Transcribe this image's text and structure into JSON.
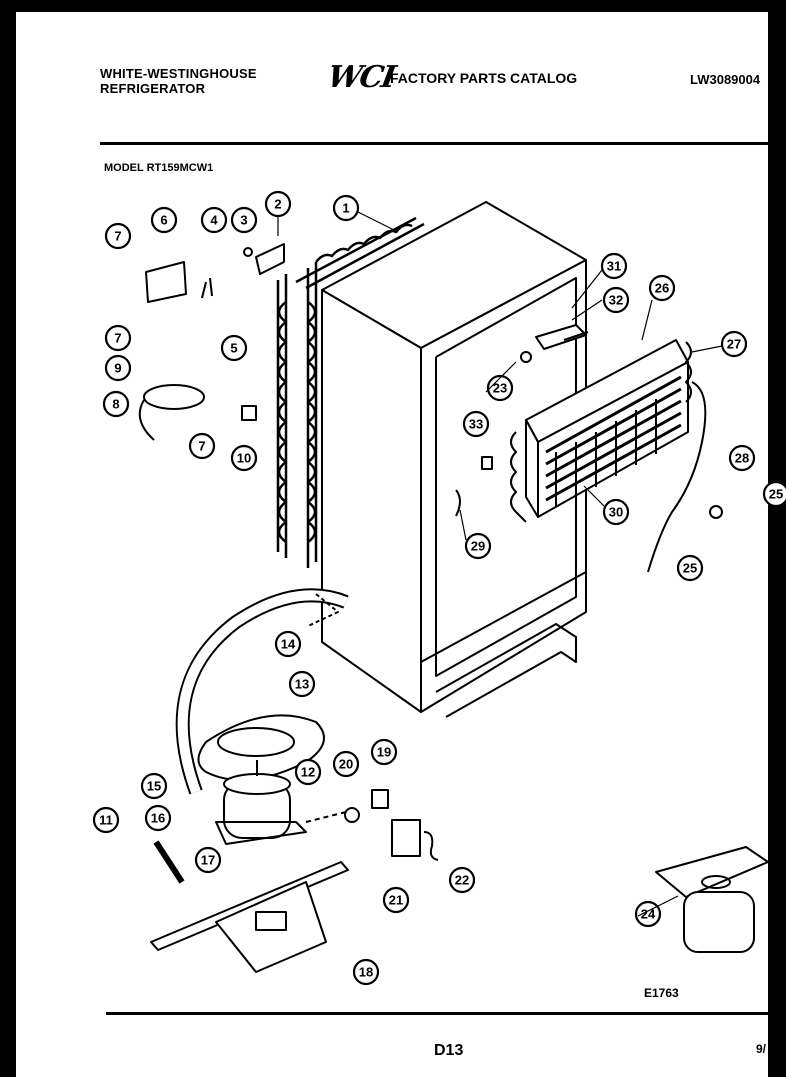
{
  "header": {
    "brand_line1": "WHITE-WESTINGHOUSE",
    "brand_line2": "REFRIGERATOR",
    "logo": "WCI",
    "catalog_title": "FACTORY PARTS CATALOG",
    "catalog_code": "LW3089004"
  },
  "model_label": "MODEL RT159MCW1",
  "figure_ref": "E1763",
  "page_number": "D13",
  "page_edge_text": "9/",
  "callouts": [
    "1",
    "2",
    "3",
    "4",
    "5",
    "6",
    "7",
    "7",
    "7",
    "8",
    "9",
    "10",
    "11",
    "12",
    "13",
    "14",
    "15",
    "16",
    "17",
    "18",
    "19",
    "20",
    "21",
    "22",
    "23",
    "24",
    "25",
    "25",
    "26",
    "27",
    "28",
    "29",
    "30",
    "31",
    "32",
    "33"
  ]
}
